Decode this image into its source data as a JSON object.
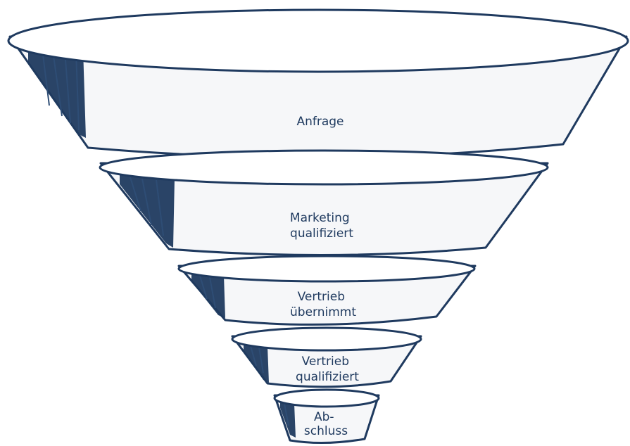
{
  "diagram": {
    "colors": {
      "ink": "#1f3a5f",
      "fill": "#f6f7f9"
    },
    "stages": [
      {
        "id": "anfrage",
        "lines": [
          "Anfrage"
        ]
      },
      {
        "id": "marketing",
        "lines": [
          "Marketing",
          "qualifiziert"
        ]
      },
      {
        "id": "vertrieb-uebernimmt",
        "lines": [
          "Vertrieb",
          "übernimmt"
        ]
      },
      {
        "id": "vertrieb-qualifiziert",
        "lines": [
          "Vertrieb",
          "qualifiziert"
        ]
      },
      {
        "id": "abschluss",
        "lines": [
          "Ab-",
          "schluss"
        ]
      }
    ]
  }
}
